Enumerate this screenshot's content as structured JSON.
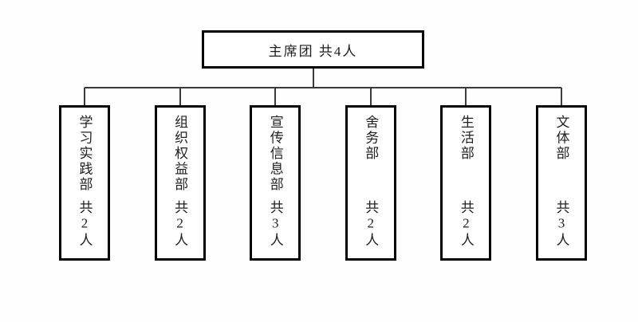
{
  "chart": {
    "type": "org-chart",
    "root": {
      "label": "主席团 共4人",
      "name": "主席团",
      "count": "共4人"
    },
    "departments": [
      {
        "name": "学习实践部",
        "count": "共2人"
      },
      {
        "name": "组织权益部",
        "count": "共2人"
      },
      {
        "name": "宣传信息部",
        "count": "共3人"
      },
      {
        "name": "舍务部",
        "count": "共2人"
      },
      {
        "name": "生活部",
        "count": "共2人"
      },
      {
        "name": "文体部",
        "count": "共3人"
      }
    ],
    "colors": {
      "border": "#000000",
      "line": "#3a3a3a",
      "text": "#1f1f1f",
      "background": "#fefefe"
    }
  }
}
